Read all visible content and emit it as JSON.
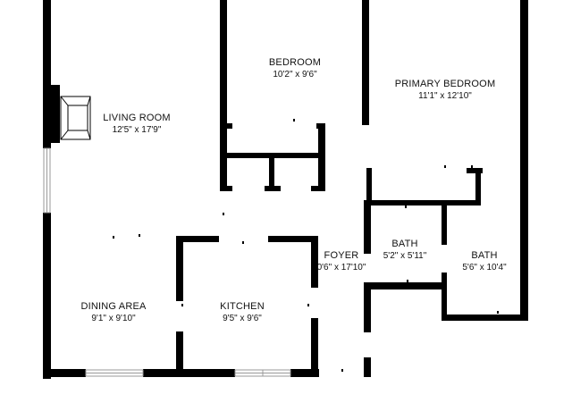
{
  "colors": {
    "wall": "#000000",
    "background": "#ffffff",
    "window": "#cccccc",
    "text": "#111111"
  },
  "rooms": {
    "bedroom": {
      "name": "BEDROOM",
      "dims": "10'2\" x 9'6\""
    },
    "primary_bedroom": {
      "name": "PRIMARY BEDROOM",
      "dims": "11'1\" x 12'10\""
    },
    "living_room": {
      "name": "LIVING ROOM",
      "dims": "12'5\" x 17'9\""
    },
    "foyer": {
      "name": "FOYER",
      "dims": "0'6\" x 17'10\""
    },
    "bath_1": {
      "name": "BATH",
      "dims": "5'2\" x 5'11\""
    },
    "bath_2": {
      "name": "BATH",
      "dims": "5'6\" x 10'4\""
    },
    "dining_area": {
      "name": "DINING AREA",
      "dims": "9'1\" x 9'10\""
    },
    "kitchen": {
      "name": "KITCHEN",
      "dims": "9'5\" x 9'6\""
    }
  }
}
